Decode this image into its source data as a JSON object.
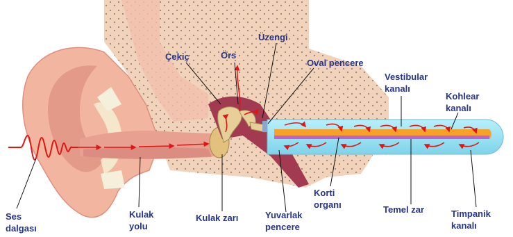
{
  "labels": {
    "cekic": "Çekiç",
    "ors": "Örs",
    "uzengi": "Üzengi",
    "oval_pencere": "Oval pencere",
    "vestibular_1": "Vestibular",
    "vestibular_2": "kanalı",
    "kohlear_1": "Kohlear",
    "kohlear_2": "kanalı",
    "ses_1": "Ses",
    "ses_2": "dalgası",
    "kulak_yolu_1": "Kulak",
    "kulak_yolu_2": "yolu",
    "kulak_zari": "Kulak zarı",
    "yuvarlak_1": "Yuvarlak",
    "yuvarlak_2": "pencere",
    "korti_1": "Korti",
    "korti_2": "organı",
    "temel_zar": "Temel zar",
    "timpanik_1": "Timpanik",
    "timpanik_2": "kanalı"
  },
  "colors": {
    "label_text": "#27348b",
    "leader_line": "#111111",
    "skin": "#f2b6a0",
    "skin_dark": "#dd8f80",
    "bone": "#f2cfb6",
    "middle_ear": "#a23a52",
    "canal_outer": "#9fe3f2",
    "canal_orange": "#f7a12a",
    "membrane_purple": "#c063c8",
    "arrow_red": "#e01515"
  }
}
